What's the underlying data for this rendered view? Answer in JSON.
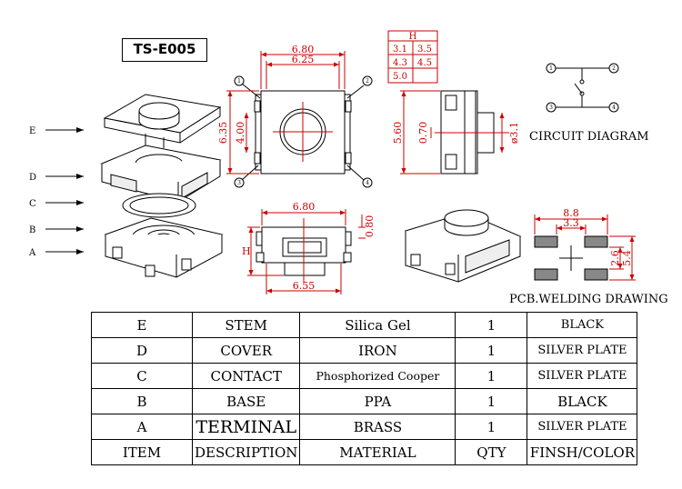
{
  "model": "TS-E005",
  "exploded_view": {
    "labels": [
      "E",
      "D",
      "C",
      "B",
      "A"
    ]
  },
  "top_view": {
    "dim_width_outer": "6.80",
    "dim_width_inner": "6.25",
    "dim_height": "6.35",
    "dim_inner_height": "4.00"
  },
  "side_view": {
    "dim_height": "5.60",
    "dim_stem": "0.70",
    "dim_dia": "ø3.1"
  },
  "front_view": {
    "dim_top": "6.80",
    "dim_thick": "0.80",
    "dim_bottom": "6.55",
    "h_label": "H"
  },
  "h_table": {
    "header": "H",
    "values": [
      "3.1",
      "3.5",
      "4.3",
      "4.5",
      "5.0"
    ]
  },
  "circuit": {
    "caption": "CIRCUIT DIAGRAM",
    "pins": [
      "1",
      "2",
      "3",
      "4"
    ]
  },
  "pcb": {
    "caption": "PCB.WELDING DRAWING",
    "dim_outer": "8.8",
    "dim_inner": "3.3",
    "dim_v1": "2.6",
    "dim_v2": "5.4"
  },
  "bom": {
    "rows": [
      [
        "E",
        "STEM",
        "Silica Gel",
        "1",
        "BLACK"
      ],
      [
        "D",
        "COVER",
        "IRON",
        "1",
        "SILVER PLATE"
      ],
      [
        "C",
        "CONTACT",
        "Phosphorized Cooper",
        "1",
        "SILVER PLATE"
      ],
      [
        "B",
        "BASE",
        "PPA",
        "1",
        "BLACK"
      ],
      [
        "A",
        "TERMINAL",
        "BRASS",
        "1",
        "SILVER PLATE"
      ]
    ],
    "header": [
      "ITEM",
      "DESCRIPTION",
      "MATERIAL",
      "QTY",
      "FINSH/COLOR"
    ]
  }
}
